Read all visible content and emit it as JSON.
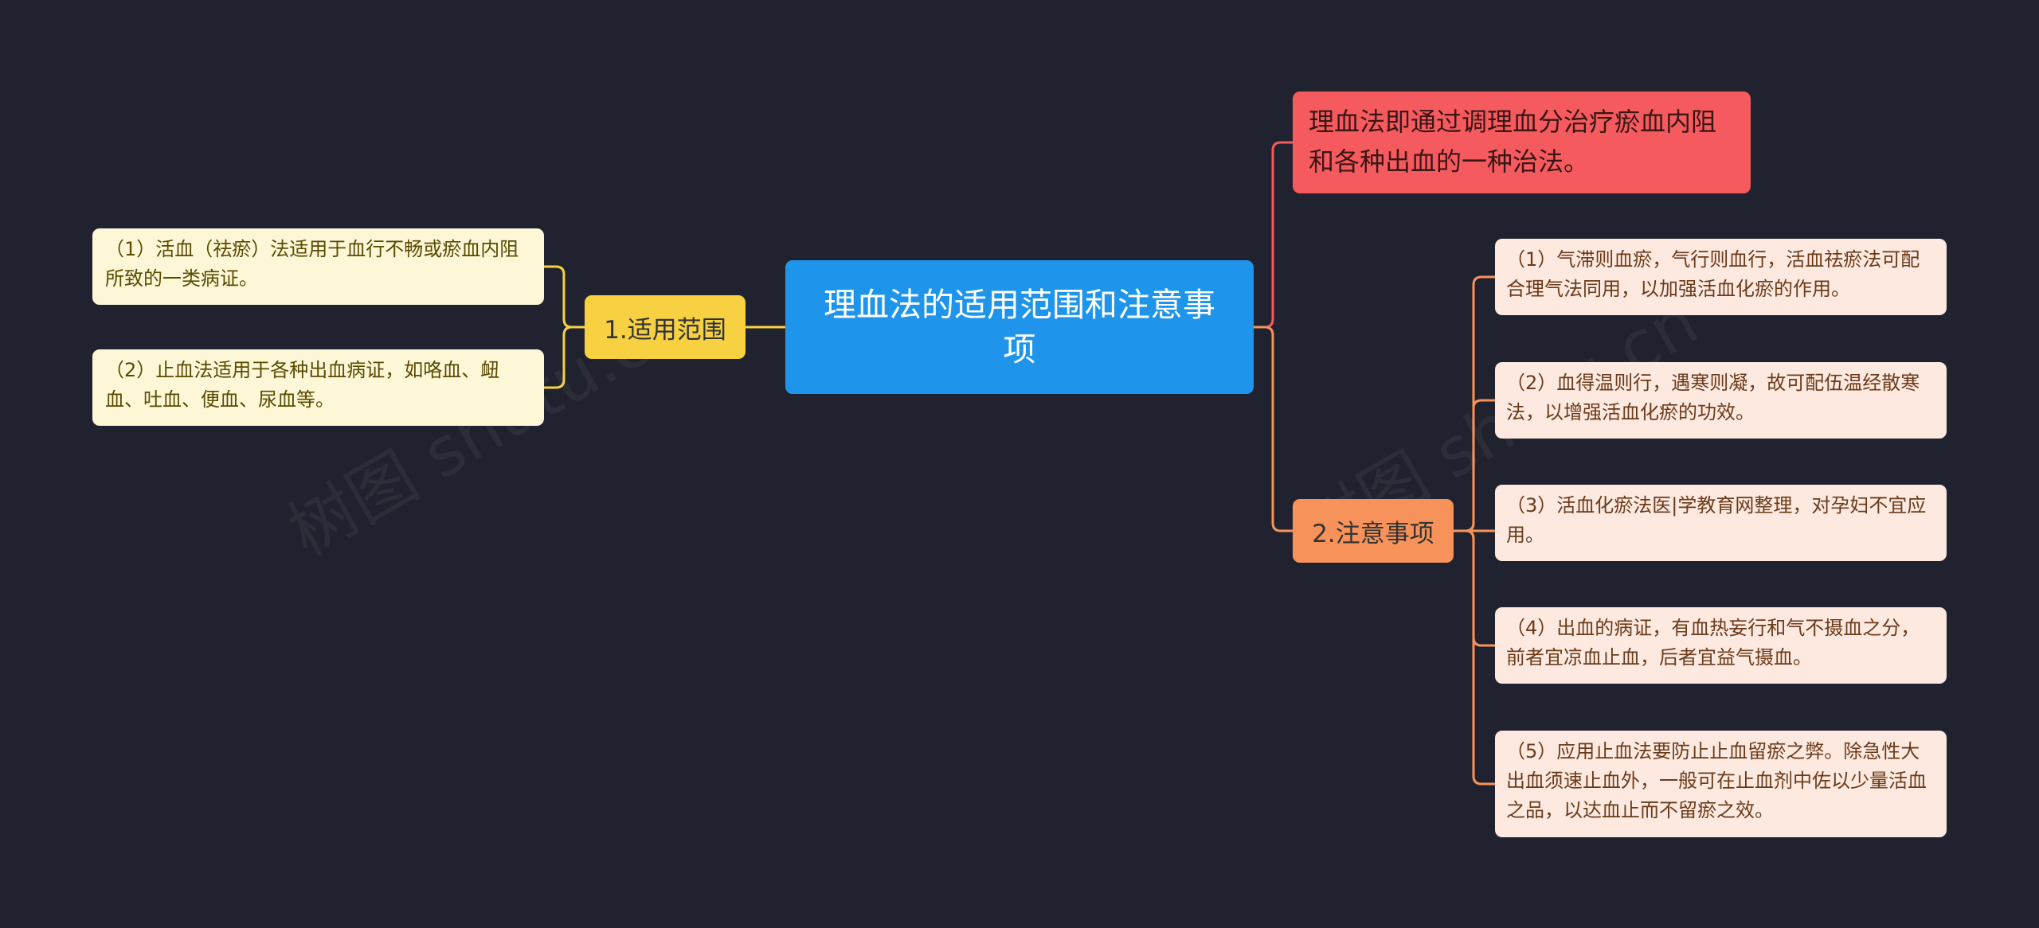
{
  "root": {
    "title": "理血法的适用范围和注意事项"
  },
  "definition": {
    "text": "理血法即通过调理血分治疗瘀血内阻和各种出血的一种治法。"
  },
  "branches": [
    {
      "label": "1.适用范围",
      "items": [
        "（1）活血（祛瘀）法适用于血行不畅或瘀血内阻所致的一类病证。",
        "（2）止血法适用于各种出血病证，如咯血、衄血、吐血、便血、尿血等。"
      ]
    },
    {
      "label": "2.注意事项",
      "items": [
        "（1）气滞则血瘀，气行则血行，活血祛瘀法可配合理气法同用，以加强活血化瘀的作用。",
        "（2）血得温则行，遇寒则凝，故可配伍温经散寒法，以增强活血化瘀的功效。",
        "（3）活血化瘀法医|学教育网整理，对孕妇不宜应用。",
        "（4）出血的病证，有血热妄行和气不摄血之分，前者宜凉血止血，后者宜益气摄血。",
        "（5）应用止血法要防止止血留瘀之弊。除急性大出血须速止血外，一般可在止血剂中佐以少量活血之品，以达血止而不留瘀之效。"
      ]
    }
  ],
  "watermark": "树图 shutu.cn",
  "colors": {
    "background": "#20232f",
    "root": "#1e95ea",
    "definition": "#f55b5e",
    "branch_left": "#f7d142",
    "branch_right": "#f7935a",
    "leaf_left": "#fdf7d8",
    "leaf_right": "#fde9df"
  }
}
